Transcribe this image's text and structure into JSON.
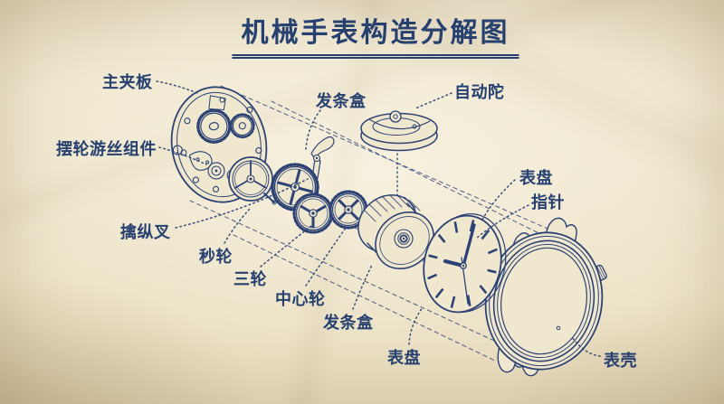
{
  "title": "机械手表构造分解图",
  "colors": {
    "ink": "#2c4274",
    "paper": "#f0e7cf"
  },
  "labels": [
    {
      "id": "main-plate",
      "text": "主夹板"
    },
    {
      "id": "balance-assembly",
      "text": "摆轮游丝组件"
    },
    {
      "id": "pallet-fork",
      "text": "擒纵叉"
    },
    {
      "id": "seconds-wheel",
      "text": "秒轮"
    },
    {
      "id": "third-wheel",
      "text": "三轮"
    },
    {
      "id": "center-wheel",
      "text": "中心轮"
    },
    {
      "id": "mainspring-barrel-lower",
      "text": "发条盒"
    },
    {
      "id": "dial-lower",
      "text": "表盘"
    },
    {
      "id": "mainspring-barrel-upper",
      "text": "发条盒"
    },
    {
      "id": "automatic-rotor",
      "text": "自动陀"
    },
    {
      "id": "dial-right",
      "text": "表盘"
    },
    {
      "id": "hands",
      "text": "指针"
    },
    {
      "id": "watch-case",
      "text": "表壳"
    }
  ]
}
